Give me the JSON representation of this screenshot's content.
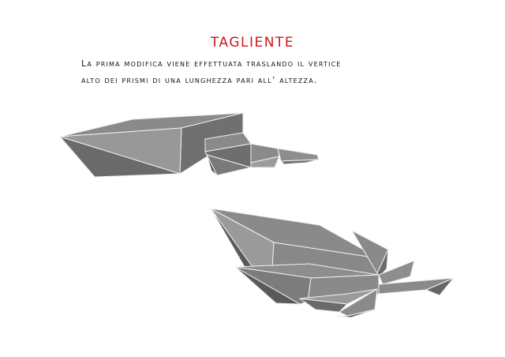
{
  "title": "TAGLIENTE",
  "description": {
    "line1": "La prima modifica viene effettuata traslando il vertice",
    "line2": "alto dei prismi di una lunghezza pari all’ altezza."
  },
  "figures": [
    {
      "name": "prism-shape-side-view",
      "description": "Grey faceted prism shape, sharp (tagliente) variant, side view"
    },
    {
      "name": "prism-shape-perspective-view",
      "description": "Grey faceted prism cluster, sharp variant, perspective view"
    }
  ],
  "colors": {
    "title": "#d0141a",
    "face_light": "#9a9a9a",
    "face_mid": "#808080",
    "face_dark": "#5e5e5e",
    "edge": "#f0f0f0"
  }
}
